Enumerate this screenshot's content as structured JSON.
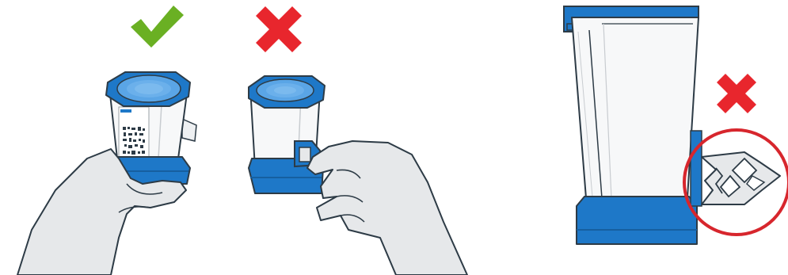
{
  "colors": {
    "background": "#ffffff",
    "correct_green": "#6ab023",
    "wrong_red": "#e8262d",
    "container_blue": "#1e78c8",
    "lid_light_blue": "#5aa5e6",
    "outline": "#2d3b46",
    "glove_fill": "#e6e8ea",
    "body_white": "#f7f8f9",
    "callout_circle": "#d7262d"
  },
  "panels": [
    {
      "id": "correct-hold",
      "verdict": "correct",
      "icon": "checkmark-icon"
    },
    {
      "id": "incorrect-hold",
      "verdict": "incorrect",
      "icon": "cross-icon"
    },
    {
      "id": "incorrect-tab",
      "verdict": "incorrect",
      "icon": "cross-icon",
      "callout": "broken-tab-detail"
    }
  ]
}
